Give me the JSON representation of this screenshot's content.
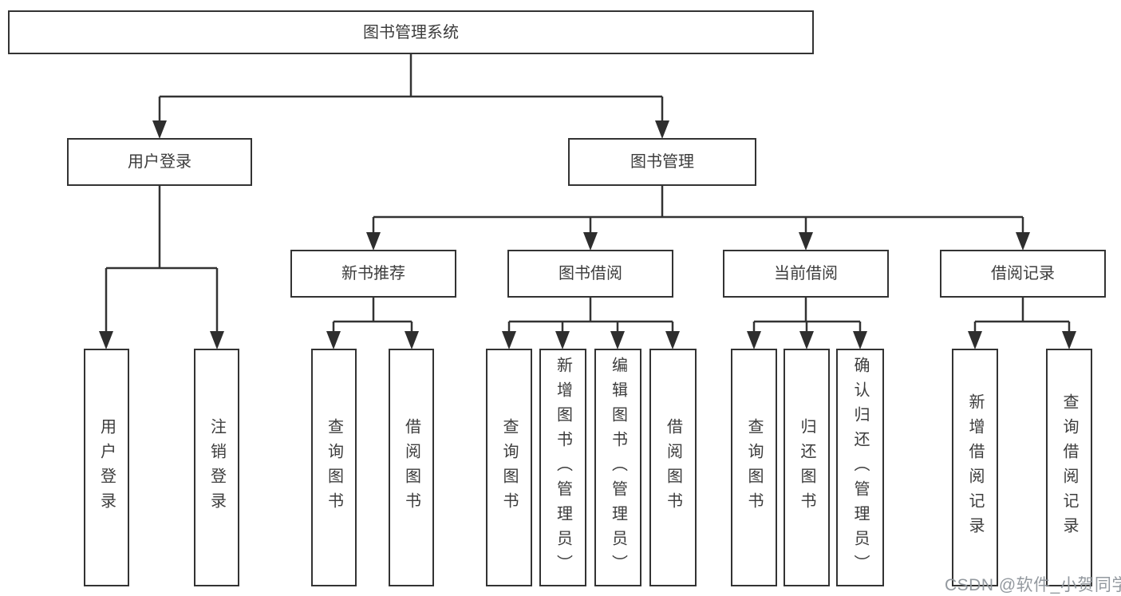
{
  "colors": {
    "line": "#333333",
    "box_border": "#333333",
    "box_fill": "#ffffff",
    "text": "#3c3c3c",
    "watermark": "#8e949a",
    "background": "#ffffff"
  },
  "watermark": {
    "text": "CSDN @软件_小贺同学"
  },
  "tree": {
    "root": {
      "label": "图书管理系统"
    },
    "level2": [
      {
        "label": "用户登录",
        "children": [
          {
            "label": "用户登录"
          },
          {
            "label": "注销登录"
          }
        ]
      },
      {
        "label": "图书管理",
        "children": [
          {
            "label": "新书推荐",
            "children": [
              {
                "label": "查询图书"
              },
              {
                "label": "借阅图书"
              }
            ]
          },
          {
            "label": "图书借阅",
            "children": [
              {
                "label": "查询图书"
              },
              {
                "label": "新增图书（管理员）"
              },
              {
                "label": "编辑图书（管理员）"
              },
              {
                "label": "借阅图书"
              }
            ]
          },
          {
            "label": "当前借阅",
            "children": [
              {
                "label": "查询图书"
              },
              {
                "label": "归还图书"
              },
              {
                "label": "确认归还（管理员）"
              }
            ]
          },
          {
            "label": "借阅记录",
            "children": [
              {
                "label": "新增借阅记录"
              },
              {
                "label": "查询借阅记录"
              }
            ]
          }
        ]
      }
    ]
  }
}
